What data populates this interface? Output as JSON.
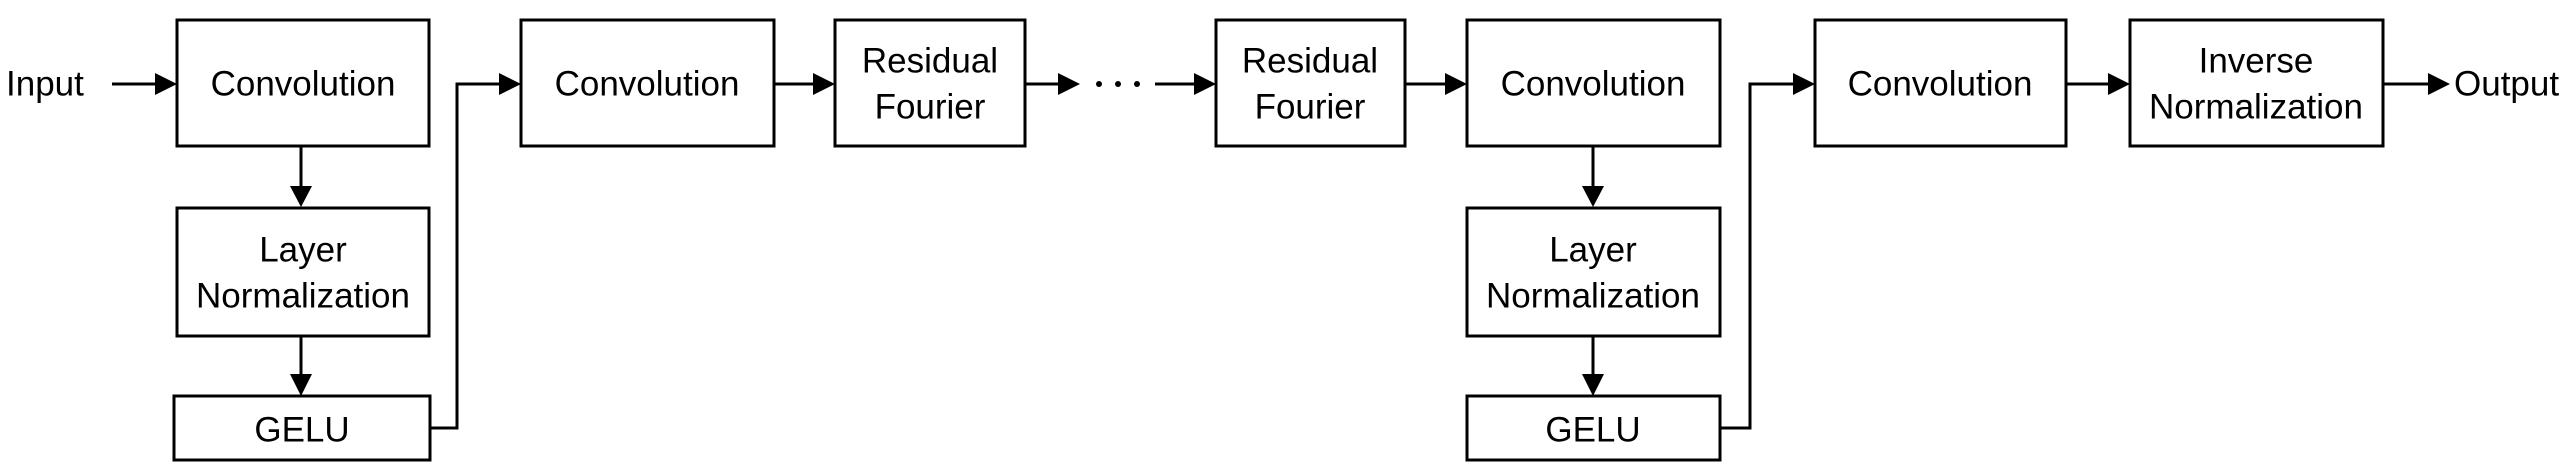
{
  "diagram": {
    "input_label": "Input",
    "output_label": "Output",
    "continuation_symbol": "· · ·",
    "nodes": [
      {
        "id": "conv1",
        "lines": [
          "Convolution"
        ]
      },
      {
        "id": "norm1",
        "lines": [
          "Layer",
          "Normalization"
        ]
      },
      {
        "id": "gelu1",
        "lines": [
          "GELU"
        ]
      },
      {
        "id": "conv2",
        "lines": [
          "Convolution"
        ]
      },
      {
        "id": "res1",
        "lines": [
          "Residual",
          "Fourier"
        ]
      },
      {
        "id": "res2",
        "lines": [
          "Residual",
          "Fourier"
        ]
      },
      {
        "id": "conv3",
        "lines": [
          "Convolution"
        ]
      },
      {
        "id": "norm2",
        "lines": [
          "Layer",
          "Normalization"
        ]
      },
      {
        "id": "gelu2",
        "lines": [
          "GELU"
        ]
      },
      {
        "id": "conv4",
        "lines": [
          "Convolution"
        ]
      },
      {
        "id": "invnorm",
        "lines": [
          "Inverse",
          "Normalization"
        ]
      }
    ],
    "edges": [
      {
        "from": "input",
        "to": "conv1"
      },
      {
        "from": "conv1",
        "to": "norm1"
      },
      {
        "from": "norm1",
        "to": "gelu1"
      },
      {
        "from": "gelu1",
        "to": "conv2"
      },
      {
        "from": "conv2",
        "to": "res1"
      },
      {
        "from": "res1",
        "to": "res2",
        "style": "continuation"
      },
      {
        "from": "res2",
        "to": "conv3"
      },
      {
        "from": "conv3",
        "to": "norm2"
      },
      {
        "from": "norm2",
        "to": "gelu2"
      },
      {
        "from": "gelu2",
        "to": "conv4"
      },
      {
        "from": "conv4",
        "to": "invnorm"
      },
      {
        "from": "invnorm",
        "to": "output"
      }
    ]
  }
}
